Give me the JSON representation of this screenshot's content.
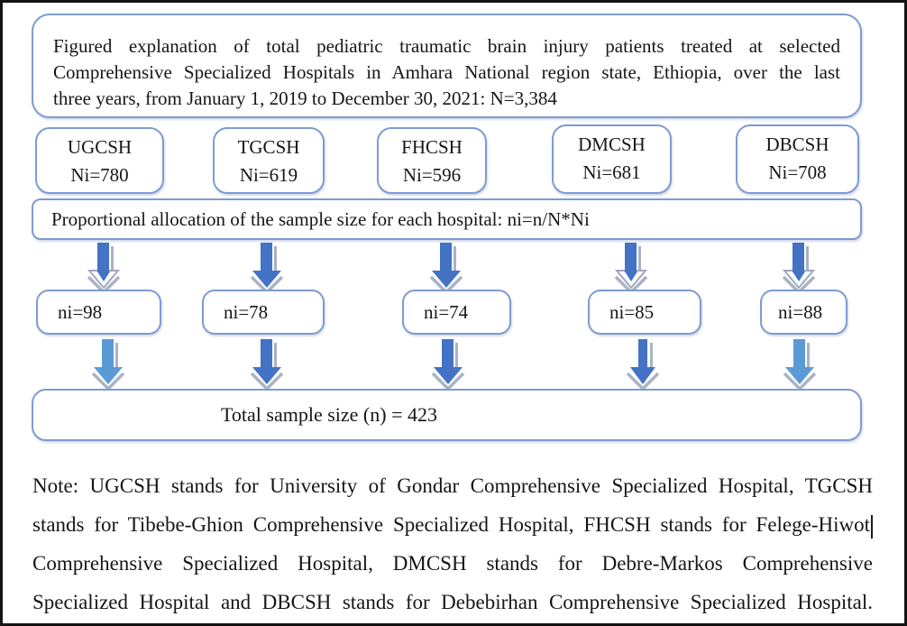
{
  "figure": {
    "title_lines": [
      "Figured explanation of total pediatric traumatic brain injury patients treated at selected",
      "Comprehensive Specialized Hospitals in Amhara National region state, Ethiopia, over the last",
      "three years, from January 1, 2019 to December 30, 2021: N=3,384"
    ],
    "allocation_label": "Proportional allocation of the sample size for each hospital: ni=n/N*Ni",
    "hospitals": [
      {
        "code": "UGCSH",
        "total": "Ni=780",
        "sample": "ni=98"
      },
      {
        "code": "TGCSH",
        "total": "Ni=619",
        "sample": "ni=78"
      },
      {
        "code": "FHCSH",
        "total": "Ni=596",
        "sample": "ni=74"
      },
      {
        "code": "DMCSH",
        "total": "Ni=681",
        "sample": "ni=85"
      },
      {
        "code": "DBCSH",
        "total": "Ni=708",
        "sample": "ni=88"
      }
    ],
    "total_label": "Total sample size (n) = 423",
    "note_lines": [
      "Note: UGCSH stands for University of Gondar Comprehensive Specialized Hospital, TGCSH",
      "stands for Tibebe-Ghion Comprehensive Specialized Hospital, FHCSH stands for Felege-Hiwot",
      "Comprehensive Specialized Hospital, DMCSH stands for Debre-Markos Comprehensive",
      "Specialized Hospital and DBCSH stands for Debebirhan Comprehensive Specialized Hospital."
    ]
  },
  "colors": {
    "box_border": "#7e9bd3",
    "frame_border": "#141414",
    "arrow_dark": "#4472c4",
    "arrow_light": "#5b9bd5",
    "arrow_shadow": "#a9b3c6",
    "arrow_hollow_fill": "#fdfdff",
    "arrow_hollow_stroke": "#9fa9bd"
  }
}
